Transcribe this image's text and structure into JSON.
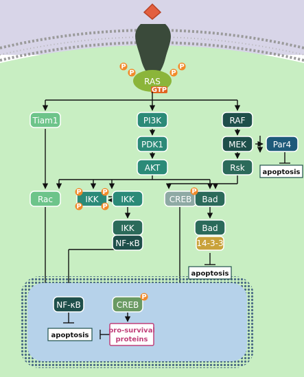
{
  "receptor": {
    "label": "RAS",
    "sublabel": "GTP",
    "phospho": "P"
  },
  "nodes": {
    "tiam1": "Tiam1",
    "pi3k": "PI3K",
    "raf": "RAF",
    "pdk1": "PDK1",
    "mek": "MEK",
    "par4": "Par4",
    "akt": "AKT",
    "rsk": "Rsk",
    "rac": "Rac",
    "ikk_p": "IKK",
    "ikk_mid": "IKK",
    "creb_cyto": "CREB",
    "bad1": "Bad",
    "bad2": "Bad",
    "bad_1433": "14-3-3",
    "ikk_complex": "IKK",
    "nfkb_complex": "NF-κB",
    "nfkb_nucleus": "NF-κB",
    "creb_nucleus": "CREB",
    "pro_survival_1": "pro-survival",
    "pro_survival_2": "proteins"
  },
  "outcomes": {
    "apoptosis_par4": "apoptosis",
    "apoptosis_bad": "apoptosis",
    "apoptosis_nucleus": "apoptosis"
  },
  "phospho_label": "P",
  "colors": {
    "cytoplasm": "#c8eec2",
    "membrane_bg": "#d8d5e8",
    "nucleus": "#b6d2ea",
    "light_green_node": "#6dc48a",
    "teal_node": "#2b8a78",
    "dark_node": "#1e4f4a",
    "gray_node": "#8ea9a4",
    "phospho": "#f28a2a",
    "ras_body": "#8bb53a",
    "pro_survival_border": "#c0407a"
  }
}
